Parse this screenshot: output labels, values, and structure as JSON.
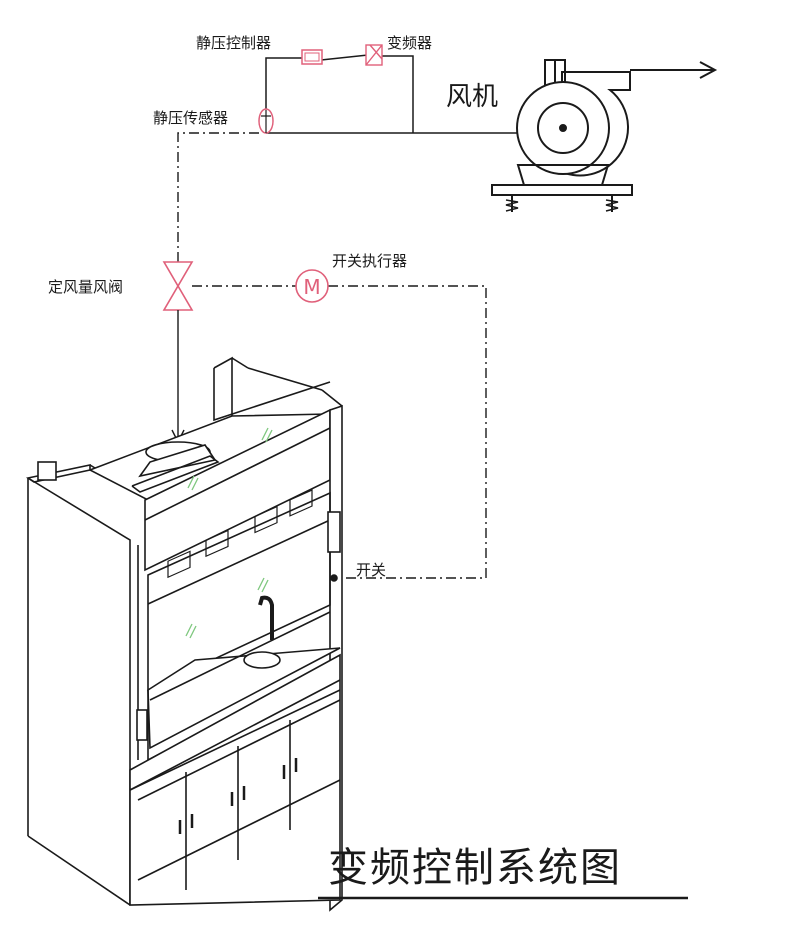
{
  "labels": {
    "static_pressure_controller": "静压控制器",
    "frequency_converter": "变频器",
    "static_pressure_sensor": "静压传感器",
    "fan": "风机",
    "constant_air_volume_valve": "定风量风阀",
    "switch_actuator": "开关执行器",
    "motor_symbol": "M",
    "switch": "开关"
  },
  "title": "变频控制系统图",
  "colors": {
    "line": "#1a1a1a",
    "component": "#e0607a",
    "glass_mark": "#7fc87f",
    "background": "#ffffff"
  }
}
